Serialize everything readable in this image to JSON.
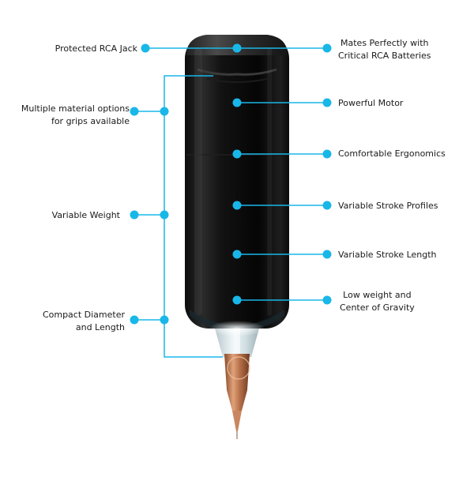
{
  "accent_color": "#19b7e8",
  "product_image": "tattoo-pen-machine",
  "left_features": [
    {
      "label": "Protected RCA Jack"
    },
    {
      "label": "Multiple material options\nfor grips available"
    },
    {
      "label": "Variable Weight"
    },
    {
      "label": "Compact Diameter\nand Length"
    }
  ],
  "right_features": [
    {
      "label": "Mates Perfectly with\nCritical RCA Batteries"
    },
    {
      "label": "Powerful Motor"
    },
    {
      "label": "Comfortable Ergonomics"
    },
    {
      "label": "Variable Stroke Profiles"
    },
    {
      "label": "Variable Stroke Length"
    },
    {
      "label": "Low weight and\nCenter of Gravity"
    }
  ]
}
